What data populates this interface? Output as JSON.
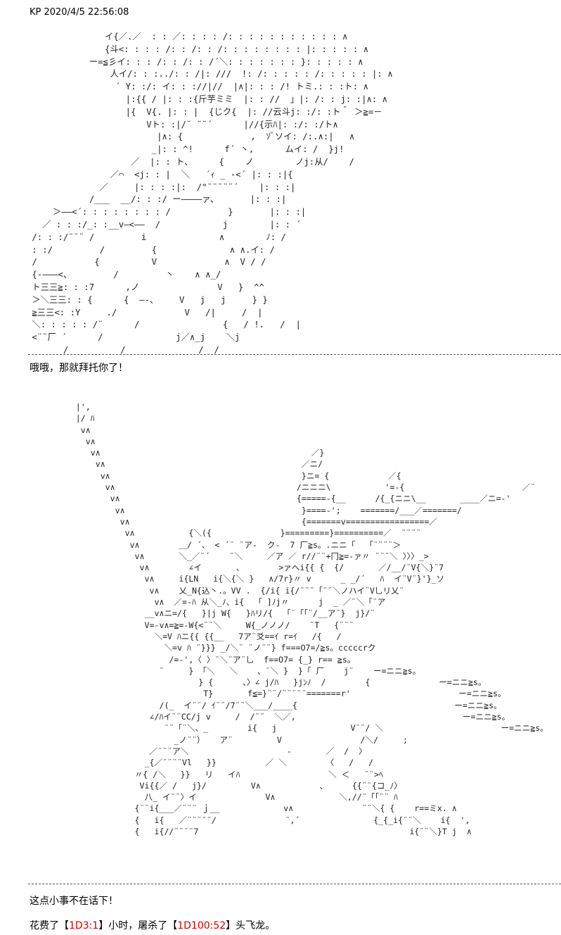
{
  "post": {
    "header": "KP 2020/4/5 22:56:08"
  },
  "art1": {
    "lines": [
      "               イ{／.／  : : ／: : : : /: : : : : : : : : : : ∧",
      "               {斗<: : : : /: : /: : /: : : : : : : : |: : : : : ∧",
      "            ー=≦彡イ: : : /: : /: : /´＼: : : : : : : }: : : : : ∧",
      "                人イ/: : :../: : /|: ///  !: /: : : : : /: : : : : |: ∧",
      "                 ´ Y: :/: イ: : ://|//  |∧|: : : /! トミ.: : :ト: ∧",
      "                   |:{{ / |: : :{斤芋ミミ  |: : //  」|: /: : j: :|∧: ∧",
      "                   |{  V{. |: : |  {じク{  |: //云斗j: :/: :ト＾ ＞≧=－",
      "                       Vト: :|/¨ ¨¨´      |//{示ﾊ|: :/: :/ト∧",
      "                         |∧: {             ,  ｿﾞソイ: /:.∧:|   ∧",
      "                        _|: : ^!      f´ 丶,      ムイ: /  }j!",
      "                    ／  |: : ト、     {    ノ        ノj:从/    /",
      "                ／⌒  <j: : |  ＼   ´ｨ _ -<´ |: : :|{",
      "              ／     |: : : :|:  /\"¨¨¨¨¨´    |: : :|",
      "            /___  __/: : :/ ー――――ァ、      |: : :|",
      "     ＞――<´: : : : : : : : /           }       |: : :|",
      "   ／ : : :/_: :__v―<――  /            j        |: : ´",
      " /: : :/¨¨¨ /         i              ∧        ﾉ: /",
      " : :/         /         {              ∧ ∧.イ: /",
      " /           {          V             ∧  V / /",
      " {‐―――<、        /         丶    ∧ ∧_/",
      " ト三三≧: : :7      ,ノ               V   }  ^^",
      " ＞＼三三: : {      {  ―-、    V   j   j     } }",
      " ≧三三<: :Y     ./             V   /|     /  |",
      " ＼: : : : : /¨      /                {   / !.   /  |",
      " <¨¨厂 ´      /              j／∧_j    ＼j",
      "       /          /              /  /"
    ]
  },
  "dialogues": {
    "line1": "哦哦，那就拜托你了！",
    "line2": "这点小事不在话下！",
    "line3_pre": "花费了【",
    "dice1": "1D3:1",
    "line3_mid": "】小时，屠杀了【",
    "dice2": "1D100:52",
    "line3_post": "】头飞龙。"
  },
  "art2": {
    "lines": [
      "          |',",
      "          |/ ﾊ",
      "           v∧",
      "            v∧",
      "             v∧                                           ／}",
      "              v∧                                        ／ニ/",
      "               v∧                                       }ニ= {            ／{",
      "                v∧                                     /ニニニ\\           '=-{                        ／¨",
      "                 v∧                                    {=====-{__      /{_{ニニ\\__       ____／ニ=‐'",
      "                  v∧                                    }====-';    =======/___／=======/",
      "                   v∧                                   {=======v=================／",
      "                    v∧           {＼({              }=========}==========／  ¨¨¨¨",
      "                     v∧        ＿/ ´、 < ´¨ ¨ア-  ク-  7 厂≧s。.ニニ「  「¨¨¨¨＞",
      "                      v∧       ＼_／¨´    ¨＼     ／ア ／ r//¨¨+冂≧=-ァ〃 ¨¨¨＼ 〉〉〉_>",
      "                       v∧        ∠イ       、       >ァへi{{ {  {/       ／/__/¨V{＼}¨7",
      "                        v∧     i{LN   i{＼{＼ }   ∧/7r}〃 v      _ _/´   ﾊ  イ¨V¨}'}_ソ",
      "                         v∧    乂_N{込丶.。VV .  {/i{ i{/¨¨¨「¨¨＼ノハイ¨V乚リ乂¨",
      "                          v∧  ／=-ﾊ 从＼_ﾉ、i{  「 ]ﾉj〃      j  _ ／¨＼「¨ア",
      "                        __v∧ニ=/{   }|j W{   }ﾊリ/{  「¨「「¨/__ア¨}  j}/¨",
      "                        V=-v∧=≧=-W{<¨¨＼     W{_ノノノ/    ¨T   {¨¨¨",
      "                          ＼=V ﾊニ{{ {{__   7ア¨爻==ｲ r=ｲ   /{   /",
      "                            ＼=v ﾊ ¨}}} _/＼¨ ¨ノ¨¨} f===O7=/≧s。cccccrク",
      "                             /=-',〈 〉¨＼¨ア¨乚  f==O7= {_} r== ≧s。",
      "                           ¨     } 「＼   ＼    、¨＼ }  }「 厂    j¨    ー=ニニ≧s。",
      "                                   } {      、〉∠ j/ﾊ   }jﾝﾉ  /        {              ー=ニニ≧s。",
      "                                    T}       f≦=}¨¨/¨¨¨¨¨=======r'                      ー=ニニ≧s。",
      "                           /(_  イ¨¨/ ｲ¨¨/7¨¨＼___/____{                                ー=ニニ≧s。",
      "                         ∠/ﾊイ¨¨CC/j v     /  /¨¨  ＼／,                                  ー=ニニ≧s。",
      "                            ¨¨「¨＼、_        i{   j               V¨¨/ ＼                        ー=ニニ≧s。",
      "                              _ノ¨¨）   ア¨         V                /＼/     ;",
      "                         ／¨¨¨ア＼                    -       ／  /  〉",
      "                        _{／¨¨¨¨Vl   }}          ／ ＼        〈   /   /",
      "                      〃{ /＼   }}   リ   イﾊ                  ＼ ＜   ¨¨>ﾍ",
      "                       Vi{{／ /   j}/         V∧            、     {{¨¨{コ_ﾉ〉",
      "                        八_ イ¨¨〉イ              V∧             ＼,//¨「「¨¨ ﾊ",
      "                      {¨¨i{___／¨¨¨ ｊ__             v∧              ¨¨＼{ {    r==ミx. ∧",
      "                      {   i{   ／¨¨¨¨¨/              ¨,´               {_{_i{¨¨＼    i{  ',",
      "                      {   i{//¨¨¨¨7                                           i{¨¨＼}T j  ∧"
    ]
  }
}
